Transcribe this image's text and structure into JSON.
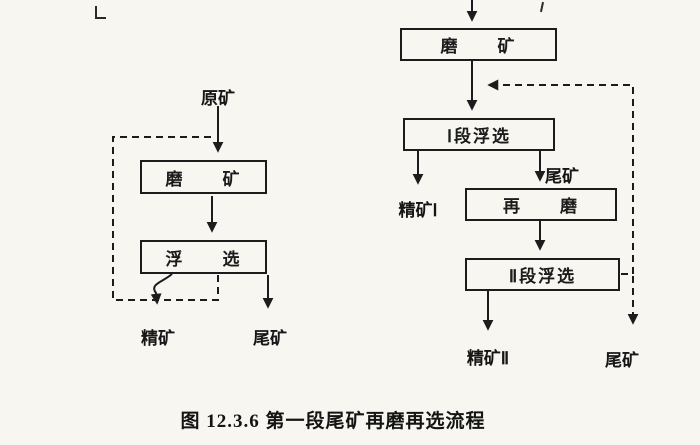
{
  "figure": {
    "caption": "图 12.3.6  第一段尾矿再磨再选流程"
  },
  "colors": {
    "ink": "#1c1c1c",
    "paper": "#f7f6f1"
  },
  "left_flow": {
    "feed_label": "原矿",
    "grinding_box": "磨　　矿",
    "flotation_box": "浮　　选",
    "concentrate_label": "精矿",
    "tailings_label": "尾矿"
  },
  "right_flow": {
    "grinding_box": "磨　　矿",
    "stage1_box": "Ⅰ段浮选",
    "concentrate1_label": "精矿Ⅰ",
    "mid_tailings_label": "尾矿",
    "regrind_box": "再　　磨",
    "stage2_box": "Ⅱ段浮选",
    "concentrate2_label": "精矿Ⅱ",
    "final_tailings_label": "尾矿"
  }
}
